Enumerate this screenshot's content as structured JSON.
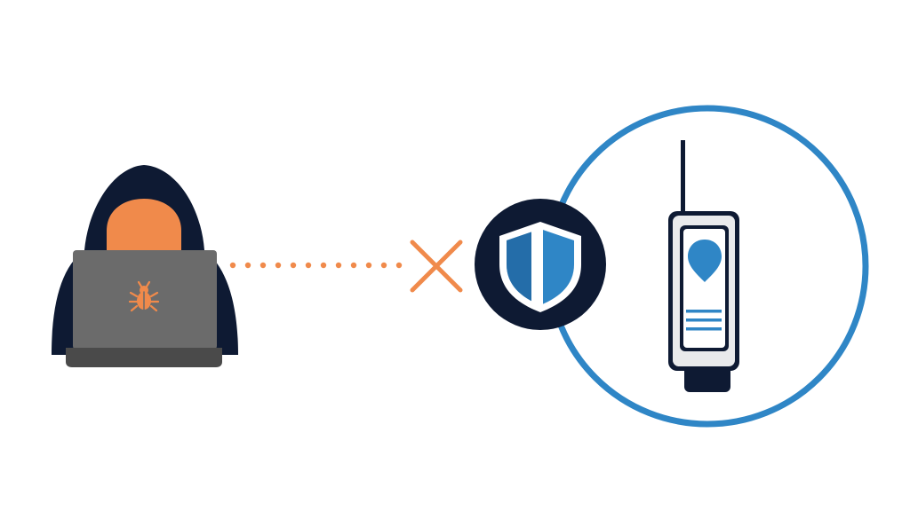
{
  "scene": {
    "background": "#ffffff",
    "colors": {
      "navy": "#0e1a33",
      "orange": "#f08a4b",
      "laptop_gray": "#6b6b6b",
      "laptop_base": "#4a4a4a",
      "blue": "#2f86c6",
      "light_gray": "#e9eaec",
      "white": "#ffffff"
    },
    "elements": {
      "attacker": "hooded-hacker-figure",
      "laptop_icon": "bug-icon",
      "connection": "dotted-line",
      "block_marker": "x-mark-icon",
      "protection": "shield-icon",
      "device": "wireless-sensor-device",
      "device_icon": "location-pin-icon"
    }
  }
}
